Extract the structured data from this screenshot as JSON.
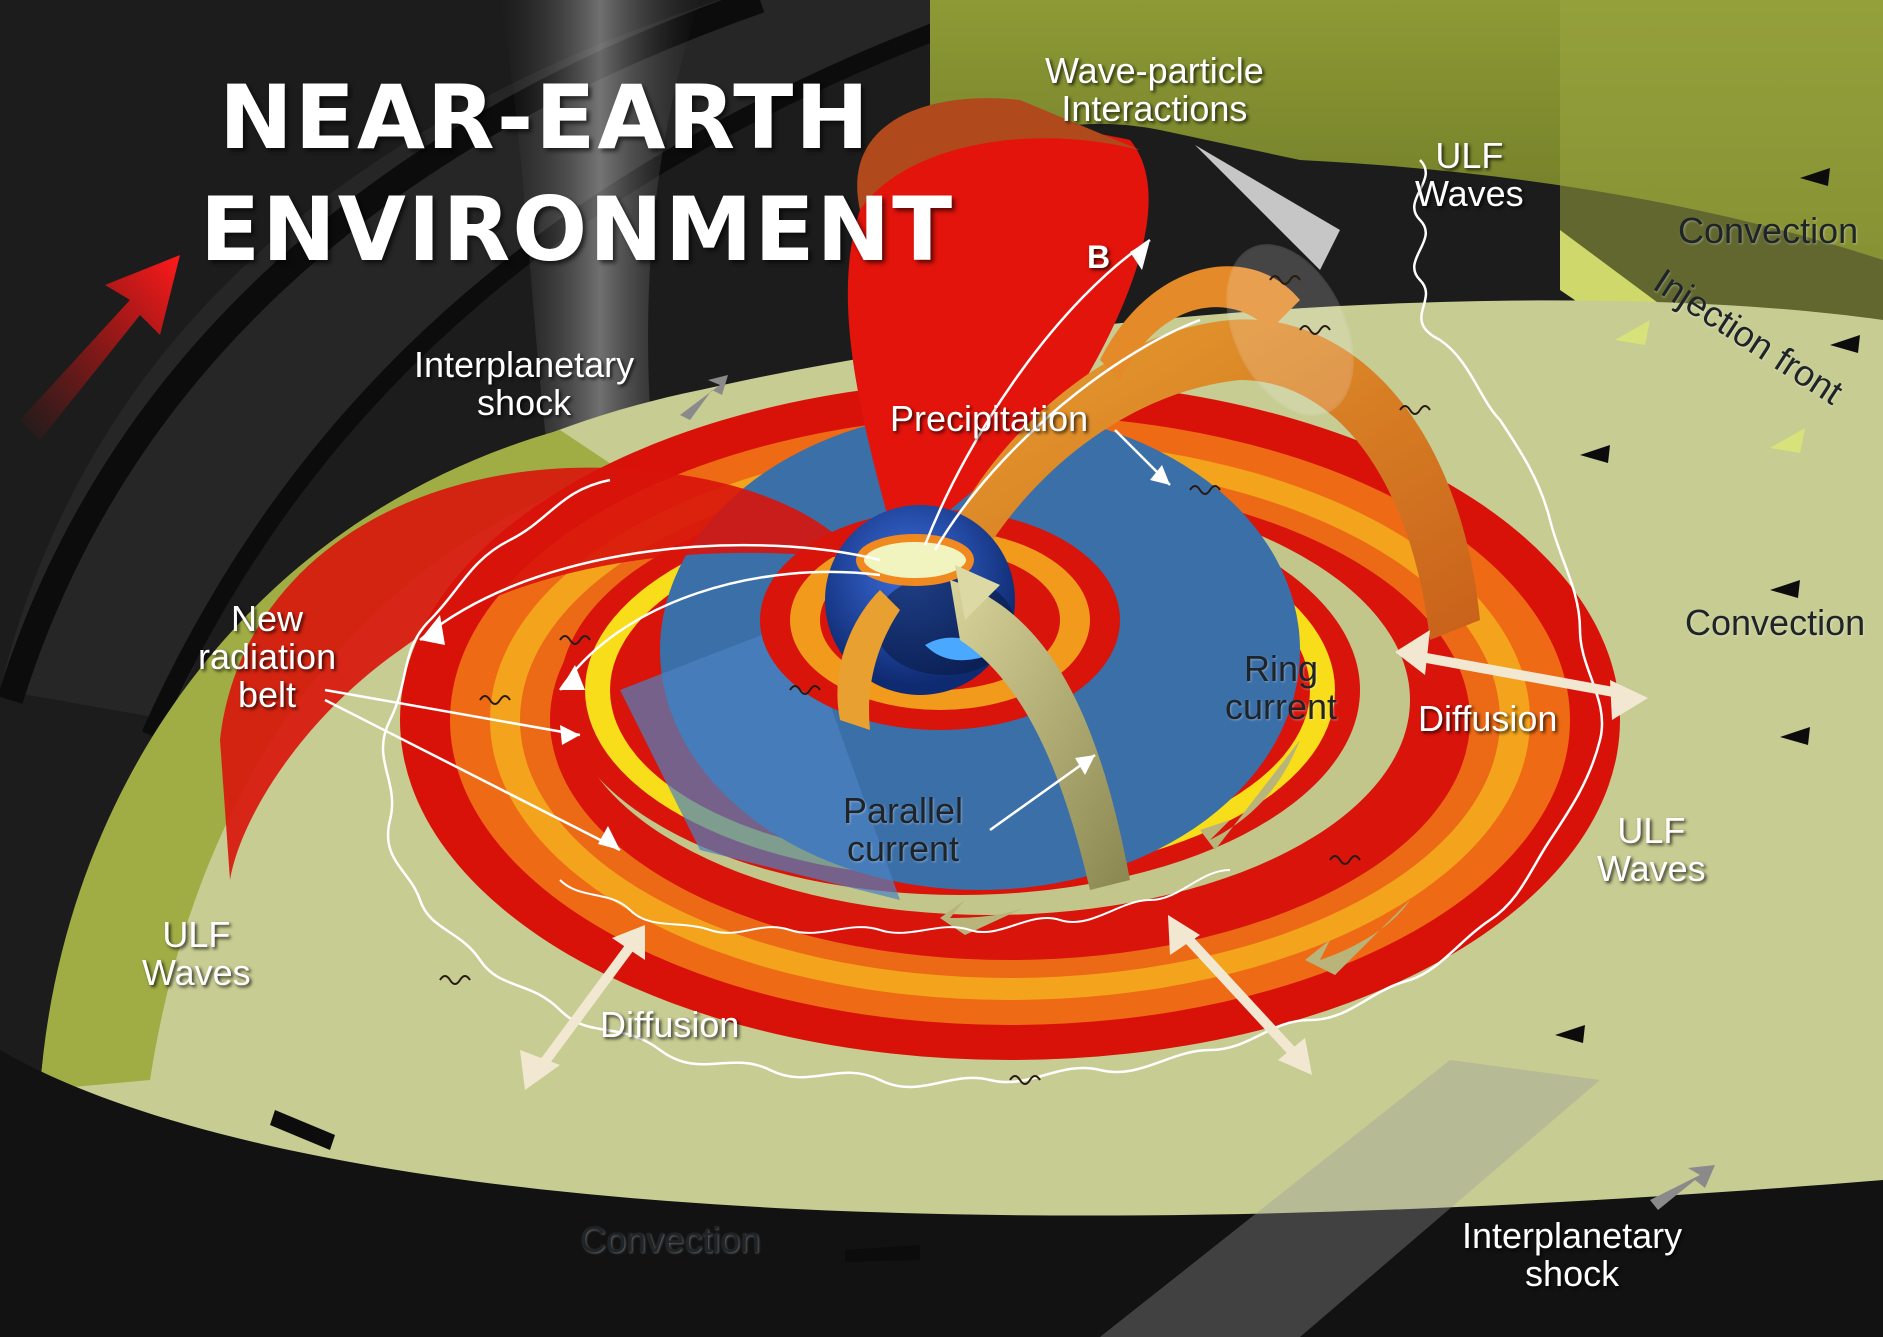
{
  "title": {
    "line1": "NEAR-EARTH",
    "line2": "ENVIRONMENT"
  },
  "labels": {
    "wave_particle_1": "Wave-particle",
    "wave_particle_2": "Interactions",
    "ulf_top_1": "ULF",
    "ulf_top_2": "Waves",
    "convection_top": "Convection",
    "injection_front": "Injection front",
    "b_field": "B",
    "interplanetary_top_1": "Interplanetary",
    "interplanetary_top_2": "shock",
    "precipitation": "Precipitation",
    "new_radiation_1": "New",
    "new_radiation_2": "radiation",
    "new_radiation_3": "belt",
    "ring_current_1": "Ring",
    "ring_current_2": "current",
    "diffusion_right": "Diffusion",
    "convection_right": "Convection",
    "parallel_current_1": "Parallel",
    "parallel_current_2": "current",
    "ulf_right_1": "ULF",
    "ulf_right_2": "Waves",
    "ulf_left_1": "ULF",
    "ulf_left_2": "Waves",
    "diffusion_bottom": "Diffusion",
    "convection_bottom": "Convection",
    "interplanetary_bottom_1": "Interplanetary",
    "interplanetary_bottom_2": "shock"
  },
  "colors": {
    "space_black": "#1c1c1c",
    "shock_gray": "#8a8a8a",
    "magnetosphere_green": "#a5b24e",
    "plane_green": "#c7cc92",
    "belt_red": "#e0140c",
    "belt_orange": "#f28a1a",
    "belt_yellow": "#f8e01c",
    "plasmasphere_blue": "#3b6fa8",
    "earth_blue": "#1e49a6",
    "arrow_red": "#e01010"
  }
}
